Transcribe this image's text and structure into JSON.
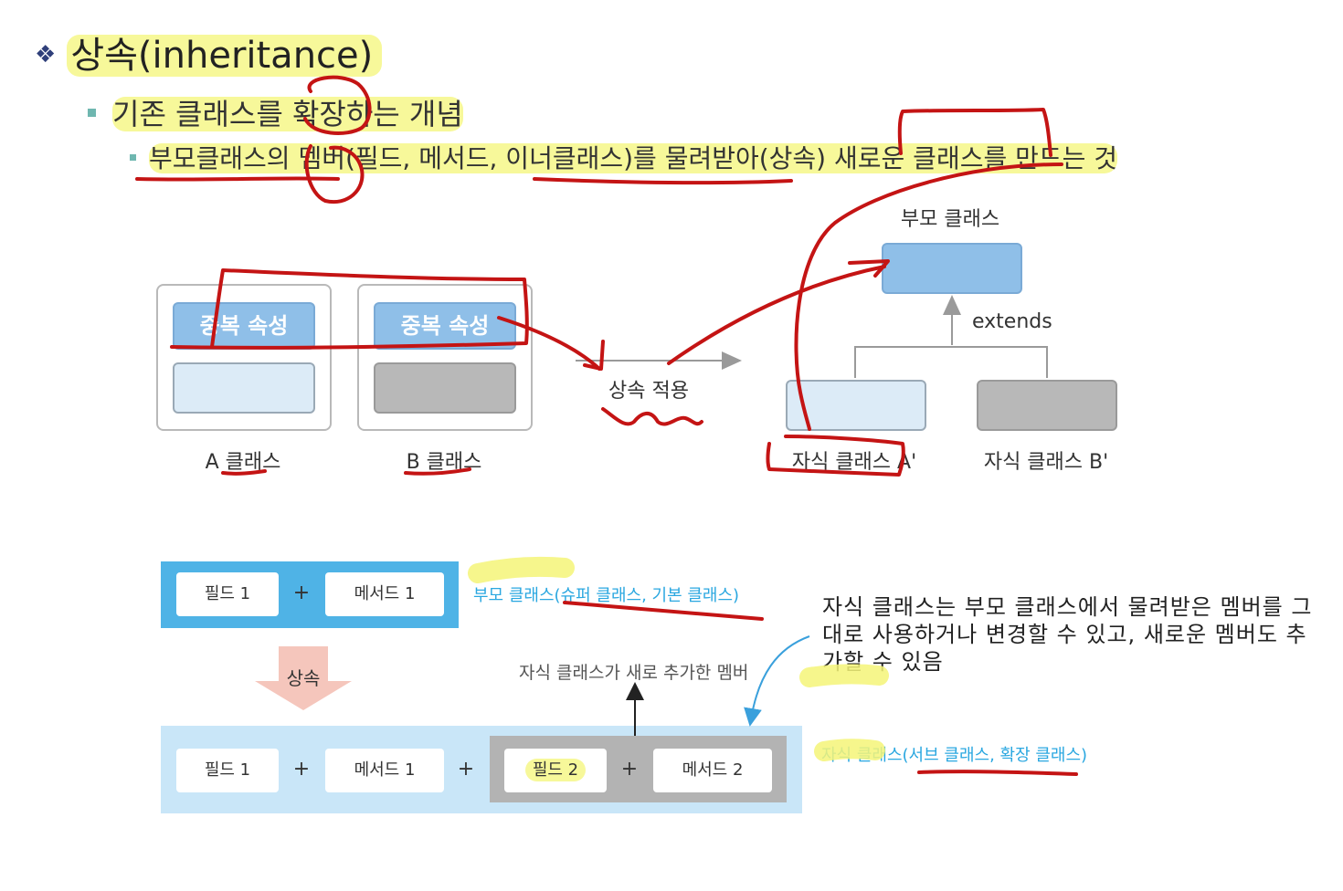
{
  "title": "상속(inheritance)",
  "bullets": {
    "b1": "기존 클래스를 확장하는 개념",
    "b2": "부모클래스의 멤버(필드, 메서드, 이너클래스)를 물려받아(상속) 새로운 클래스를 만드는 것"
  },
  "top_diagram": {
    "dup_attr_a": "중복 속성",
    "dup_attr_b": "중복 속성",
    "class_a": "A 클래스",
    "class_b": "B 클래스",
    "apply_inheritance": "상속 적용",
    "parent_class": "부모 클래스",
    "extends": "extends",
    "child_a": "자식 클래스 A'",
    "child_b": "자식 클래스 B'"
  },
  "bottom_diagram": {
    "parent_field": "필드 1",
    "parent_method": "메서드 1",
    "plus": "+",
    "parent_label": "부모 클래스(슈퍼 클래스, 기본 클래스)",
    "inherit": "상속",
    "child_added_note": "자식 클래스가 새로 추가한 멤버",
    "child_field1": "필드 1",
    "child_method1": "메서드 1",
    "child_field2": "필드 2",
    "child_method2": "메서드 2",
    "child_label": "자식 클래스(서브 클래스, 확장 클래스)"
  },
  "side_note": "자식 클래스는 부모 클래스에서 물려받은 멤버를 그대로 사용하거나 변경할 수 있고, 새로운 멤버도 추가할 수 있음",
  "colors": {
    "blue_box": "#8fbfe8",
    "light_box": "#dcebf7",
    "gray_box": "#b8b8b8",
    "parent_band": "#4fb3e6",
    "child_band": "#c9e6f8",
    "inherit_arrow": "#f5c6bc",
    "highlight": "#f4f578",
    "ink_red": "#c41414",
    "teal_bullet": "#6fb7b0",
    "diamond": "#2f3f7a"
  }
}
